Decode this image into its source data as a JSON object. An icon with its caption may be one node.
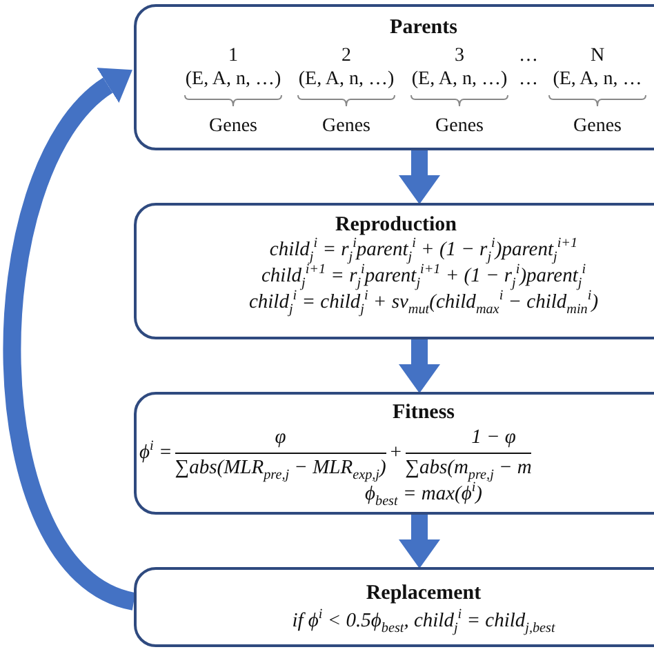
{
  "diagram": {
    "nodes": [
      {
        "text": [
          "Parents",
          "1",
          "2",
          "3",
          "…",
          "N",
          "(E, A, n, …)",
          "(E, A, n, …)",
          "(E, A, n, …)",
          "…",
          "(E, A, n, …",
          "Genes",
          "Genes",
          "Genes",
          "Genes"
        ]
      },
      {
        "text": [
          "Reproduction",
          "child$_{j}$$^{i}$ = r$_{j}$$^{i}$parent$_{j}$$^{i}$ + (1 − r$_{j}$$^{i}$)parent$_{j}$$^{i+1}$",
          "child$_{j}$$^{i+1}$ = r$_{j}$$^{i}$parent$_{j}$$^{i+1}$ + (1 − r$_{j}$$^{i}$)parent$_{j}$$^{i}$",
          "child$_{j}$$^{i}$ = child$_{j}$$^{i}$ + sv$_{mut}$(child$_{max}$$^{i}$ − child$_{min}$$^{i}$)"
        ]
      },
      {
        "text": [
          "Fitness",
          "ϕ$^{i}$ =",
          "φ",
          "∑abs(MLR$_{pre,j}$ − MLR$_{exp,j}$)",
          "+",
          "1 − φ",
          "∑abs(m$_{pre,j}$ − m",
          "ϕ$_{best}$ = max(ϕ$^{i}$)"
        ]
      },
      {
        "text": [
          "Replacement",
          "if ϕ$^{i}$ < 0.5ϕ$_{best}$, child$_{j}$$^{i}$ = child$_{j,best}$"
        ]
      }
    ],
    "edges": [
      {
        "from": 0,
        "to": 1,
        "arrow": "to"
      },
      {
        "from": 1,
        "to": 2,
        "arrow": "to"
      },
      {
        "from": 2,
        "to": 3,
        "arrow": "to"
      },
      {
        "from": 3,
        "to": 0,
        "arrow": "to"
      }
    ]
  }
}
